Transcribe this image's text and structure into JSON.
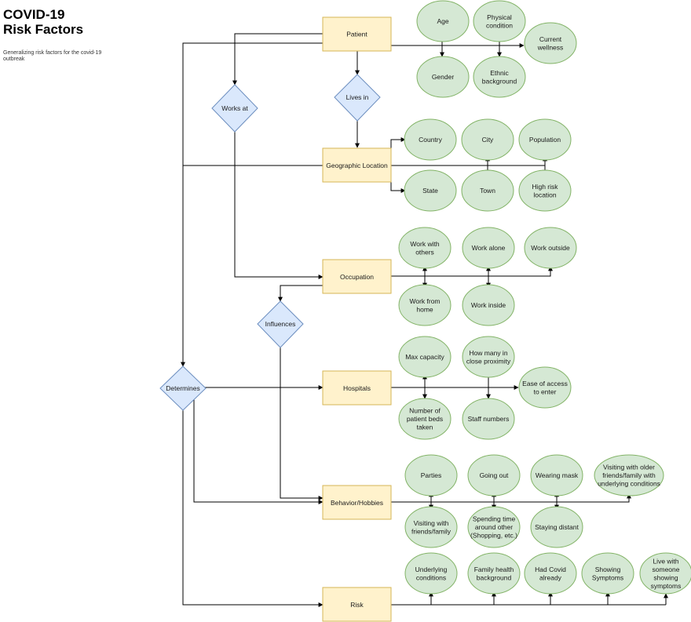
{
  "title_line1": "COVID-19",
  "title_line2": "Risk Factors",
  "subtitle": "Generalizing risk factors for the covid-19 outbreak",
  "colors": {
    "category_fill": "#fff2cc",
    "category_stroke": "#d6b656",
    "decision_fill": "#dae8fc",
    "decision_stroke": "#6c8ebf",
    "factor_fill": "#d5e8d4",
    "factor_stroke": "#82b366"
  },
  "categories": {
    "patient": "Patient",
    "geo": "Geographic Location",
    "occupation": "Occupation",
    "hospitals": "Hospitals",
    "behavior": "Behavior/Hobbies",
    "risk": "Risk"
  },
  "decisions": {
    "works_at": "Works at",
    "lives_in": "Lives in",
    "influences": "Influences",
    "determines": "Determines"
  },
  "factors": {
    "age": [
      "Age"
    ],
    "physical_condition": [
      "Physical",
      "condition"
    ],
    "current_wellness": [
      "Current",
      "wellness"
    ],
    "gender": [
      "Gender"
    ],
    "ethnic_background": [
      "Ethnic",
      "background"
    ],
    "country": [
      "Country"
    ],
    "city": [
      "City"
    ],
    "population": [
      "Population"
    ],
    "state": [
      "State"
    ],
    "town": [
      "Town"
    ],
    "high_risk_location": [
      "High risk",
      "location"
    ],
    "work_with_others": [
      "Work with",
      "others"
    ],
    "work_alone": [
      "Work alone"
    ],
    "work_outside": [
      "Work outside"
    ],
    "work_from_home": [
      "Work from",
      "home"
    ],
    "work_inside": [
      "Work inside"
    ],
    "max_capacity": [
      "Max capacity"
    ],
    "close_proximity": [
      "How many in",
      "close proximity"
    ],
    "ease_of_access": [
      "Ease of access",
      "to enter"
    ],
    "patient_beds": [
      "Number of",
      "patient beds",
      "taken"
    ],
    "staff_numbers": [
      "Staff numbers"
    ],
    "parties": [
      "Parties"
    ],
    "going_out": [
      "Going out"
    ],
    "wearing_mask": [
      "Wearing mask"
    ],
    "visiting_older": [
      "Visiting with older",
      "friends/family with",
      "underlying conditions"
    ],
    "visiting_friends": [
      "Visiting with",
      "friends/family"
    ],
    "spending_time": [
      "Spending time",
      "around other",
      "(Shopping, etc.)"
    ],
    "staying_distant": [
      "Staying distant"
    ],
    "underlying_conditions": [
      "Underlying",
      "conditions"
    ],
    "family_health": [
      "Family health",
      "background"
    ],
    "had_covid": [
      "Had Covid",
      "already"
    ],
    "showing_symptoms": [
      "Showing",
      "Symptoms"
    ],
    "live_with_symptoms": [
      "Live with",
      "someone",
      "showing",
      "symptoms"
    ]
  }
}
